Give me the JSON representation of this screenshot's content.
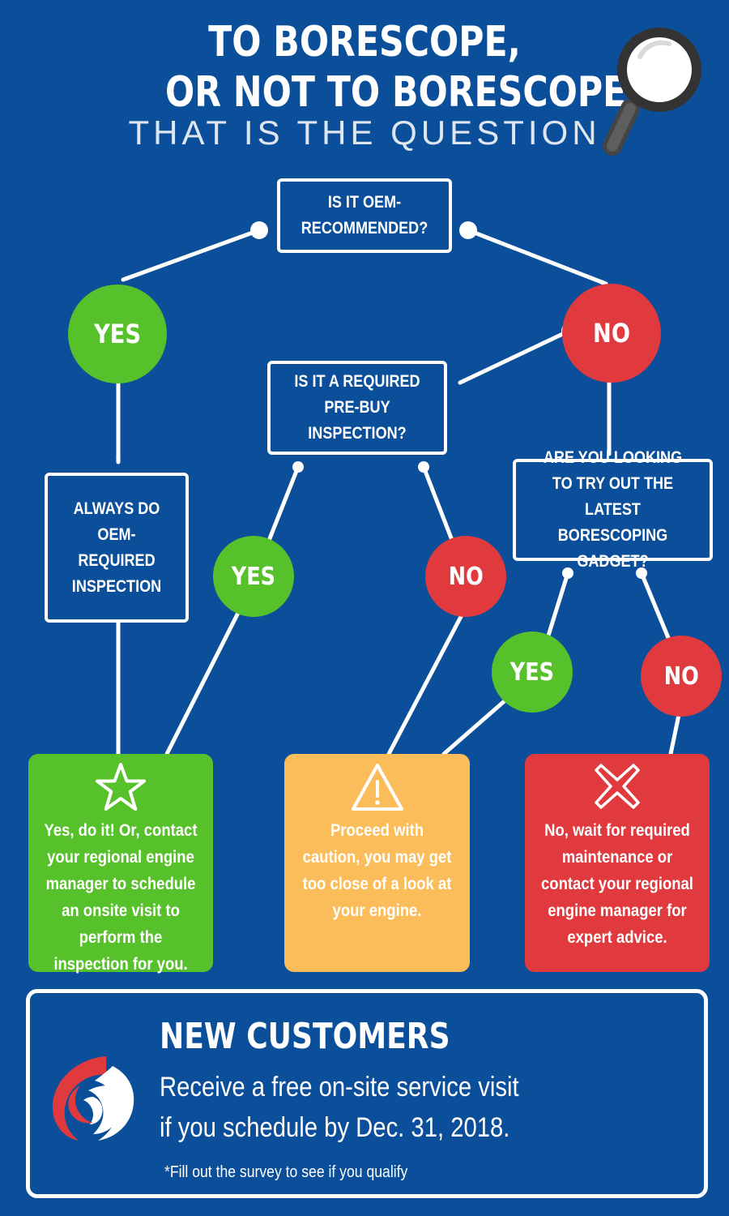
{
  "title": {
    "line1": "TO BORESCOPE,",
    "line2": "OR NOT TO BORESCOPE:",
    "subtitle": "THAT IS THE QUESTION"
  },
  "questions": {
    "q1": "IS IT OEM-RECOMMENDED?",
    "q2": "IS IT A REQUIRED PRE-BUY INSPECTION?",
    "q3": "ARE YOU LOOKING TO TRY OUT THE LATEST BORESCOPING GADGET?",
    "oem_box": "ALWAYS DO OEM-REQUIRED INSPECTION"
  },
  "answers": {
    "yes": "YES",
    "no": "NO"
  },
  "outcomes": {
    "go": "Yes, do it! Or, contact your regional engine manager to schedule an onsite visit to perform the inspection for you.",
    "caution": "Proceed with caution, you may get too close of a look at your engine.",
    "stop": "No, wait for required maintenance or contact your regional engine manager for expert advice."
  },
  "promo": {
    "heading": "NEW CUSTOMERS",
    "line1": "Receive a free on-site service visit",
    "line2": "if you schedule by Dec. 31, 2018.",
    "note": "*Fill out the survey to see if you qualify"
  },
  "icons": {
    "title": "magnifying-glass-icon",
    "go": "star-icon",
    "caution": "warning-triangle-icon",
    "stop": "x-mark-icon",
    "logo": "swirl-logo"
  },
  "colors": {
    "background": "#0b4f9b",
    "yes": "#56c12a",
    "no": "#e03a3e",
    "go": "#56c12a",
    "caution": "#fbbd59",
    "stop": "#e03a3e"
  }
}
